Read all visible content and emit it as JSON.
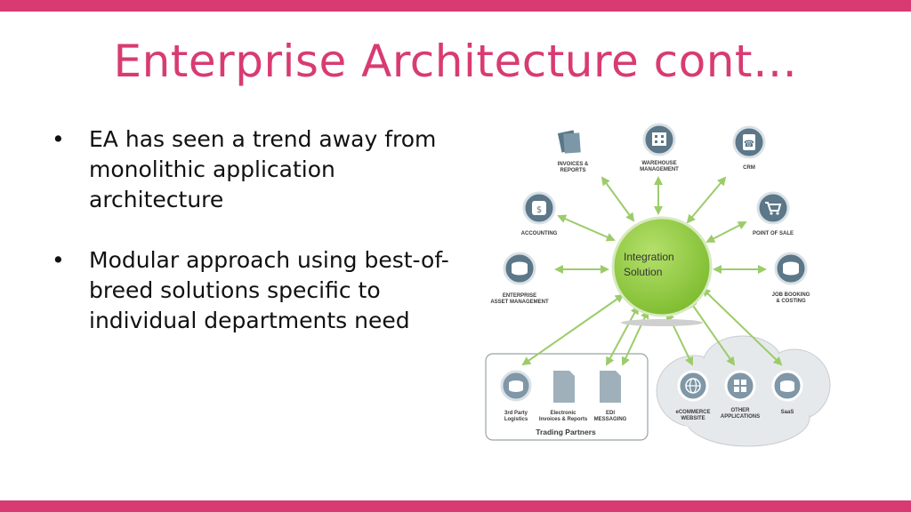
{
  "slide": {
    "title": "Enterprise Architecture cont…",
    "bullets": [
      {
        "marker": "•",
        "text": "EA has seen a trend away from monolithic application architecture"
      },
      {
        "marker": "•",
        "text": "Modular approach using best-of-breed solutions specific to individual departments need"
      }
    ]
  },
  "diagram": {
    "center": {
      "line1": "Integration",
      "line2": "Solution"
    },
    "nodes": [
      {
        "icon": "documents-icon",
        "line1": "INVOICES &",
        "line2": "REPORTS"
      },
      {
        "icon": "warehouse-icon",
        "line1": "WAREHOUSE",
        "line2": "MANAGEMENT"
      },
      {
        "icon": "phone-book-icon",
        "line1": "CRM",
        "line2": ""
      },
      {
        "icon": "dollar-bag-icon",
        "line1": "ACCOUNTING",
        "line2": ""
      },
      {
        "icon": "cart-icon",
        "line1": "POINT OF SALE",
        "line2": ""
      },
      {
        "icon": "database-icon",
        "line1": "ENTERPRISE",
        "line2": "ASSET MANAGEMENT"
      },
      {
        "icon": "database-icon",
        "line1": "JOB BOOKING",
        "line2": "& COSTING"
      }
    ],
    "trading_partners": {
      "title": "Trading Partners",
      "items": [
        {
          "icon": "database-icon",
          "line1": "3rd Party",
          "line2": "Logistics"
        },
        {
          "icon": "document-icon",
          "line1": "Electronic",
          "line2": "Invoices & Reports"
        },
        {
          "icon": "document-icon",
          "line1": "EDI",
          "line2": "MESSAGING"
        }
      ]
    },
    "cloud": {
      "items": [
        {
          "icon": "globe-icon",
          "line1": "eCOMMERCE",
          "line2": "WEBSITE"
        },
        {
          "icon": "apps-icon",
          "line1": "OTHER",
          "line2": "APPLICATIONS"
        },
        {
          "icon": "database-icon",
          "line1": "SaaS",
          "line2": ""
        }
      ]
    },
    "colors": {
      "accent": "#d83b72",
      "hub": "#8cc63f",
      "arrow": "#9ccc6a",
      "icon": "#4f6f80"
    }
  }
}
